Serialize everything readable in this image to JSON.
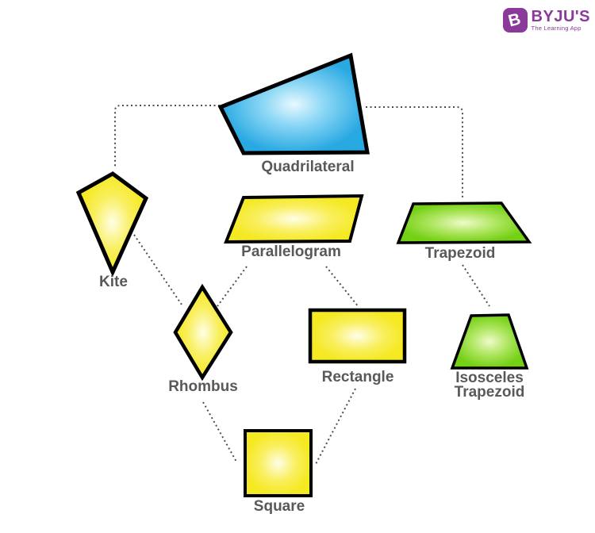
{
  "logo": {
    "brand": "BYJU'S",
    "tagline": "The Learning App",
    "icon_letter": "B",
    "brand_color": "#8A3A9B"
  },
  "diagram": {
    "nodes": {
      "quadrilateral": {
        "label": "Quadrilateral",
        "fill": "blue"
      },
      "kite": {
        "label": "Kite",
        "fill": "yellow"
      },
      "parallelogram": {
        "label": "Parallelogram",
        "fill": "yellow"
      },
      "trapezoid": {
        "label": "Trapezoid",
        "fill": "green"
      },
      "rhombus": {
        "label": "Rhombus",
        "fill": "yellow"
      },
      "rectangle": {
        "label": "Rectangle",
        "fill": "yellow"
      },
      "isosceles_trapezoid": {
        "label": "Isosceles Trapezoid",
        "fill": "green"
      },
      "square": {
        "label": "Square",
        "fill": "yellow"
      }
    },
    "connections": [
      {
        "from": "quadrilateral",
        "to": "kite"
      },
      {
        "from": "quadrilateral",
        "to": "trapezoid"
      },
      {
        "from": "kite",
        "to": "rhombus"
      },
      {
        "from": "parallelogram",
        "to": "rhombus"
      },
      {
        "from": "parallelogram",
        "to": "rectangle"
      },
      {
        "from": "trapezoid",
        "to": "isosceles_trapezoid"
      },
      {
        "from": "rhombus",
        "to": "square"
      },
      {
        "from": "rectangle",
        "to": "square"
      }
    ],
    "colors": {
      "blue_center": "#E8F8FF",
      "blue_mid": "#90D9F6",
      "blue_edge": "#29A9E2",
      "yellow_center": "#FFFEE6",
      "yellow_mid": "#F9EF5E",
      "yellow_edge": "#F5E922",
      "green_center": "#EEFBC9",
      "green_mid": "#AEE660",
      "green_edge": "#74D014",
      "outline": "#000000",
      "connector": "#4D4D4D",
      "label_color": "#58595B"
    }
  }
}
